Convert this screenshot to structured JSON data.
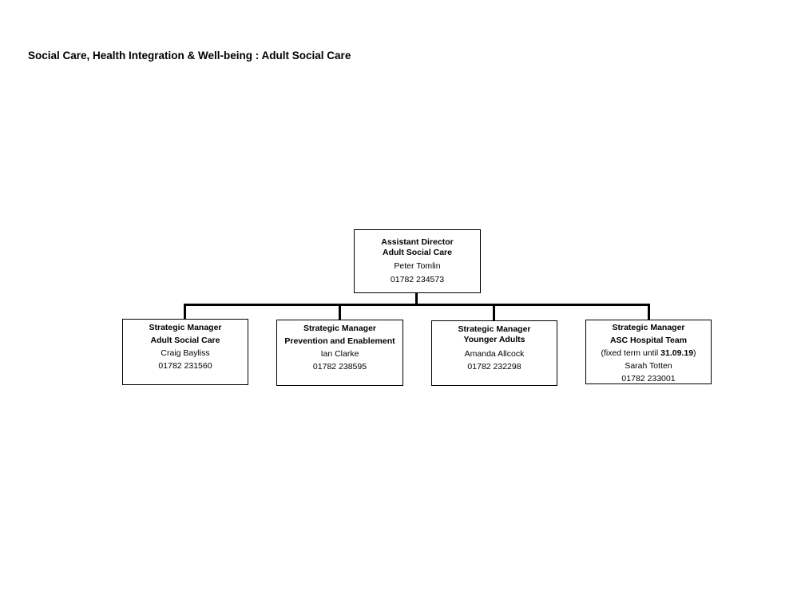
{
  "page": {
    "title": "Social Care, Health Integration & Well-being : Adult Social Care"
  },
  "colors": {
    "background": "#ffffff",
    "text": "#000000",
    "box_border": "#000000",
    "connector_line": "#000000"
  },
  "org_chart": {
    "root": {
      "role_line1": "Assistant Director",
      "role_line2": "Adult Social Care",
      "name": "Peter Tomlin",
      "phone": "01782 234573"
    },
    "children": [
      {
        "role": "Strategic Manager",
        "team": "Adult Social Care",
        "name": "Craig Bayliss",
        "phone": "01782 231560"
      },
      {
        "role": "Strategic Manager",
        "team": "Prevention and Enablement",
        "name": "Ian Clarke",
        "phone": "01782 238595"
      },
      {
        "role": "Strategic Manager",
        "team": "Younger Adults",
        "name": "Amanda Allcock",
        "phone": "01782 232298"
      },
      {
        "role": "Strategic Manager",
        "team": "ASC Hospital Team",
        "note_prefix": "(fixed term until ",
        "note_bold": "31.09.19",
        "note_suffix": ")",
        "name": "Sarah Totten",
        "phone": "01782 233001"
      }
    ]
  }
}
